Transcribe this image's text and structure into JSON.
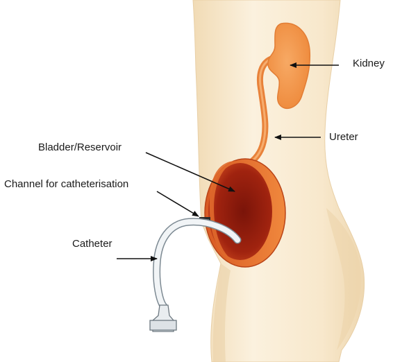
{
  "labels": {
    "kidney": "Kidney",
    "ureter": "Ureter",
    "bladder": "Bladder/Reservoir",
    "channel": "Channel for catheterisation",
    "catheter": "Catheter"
  },
  "colors": {
    "skin_light": "#fbf0dc",
    "skin_mid": "#f3dfbd",
    "skin_shadow": "#e7cda4",
    "organ_orange": "#f49a4e",
    "organ_dark": "#c8451d",
    "reservoir_inner": "#8e1d10",
    "catheter": "#eef2f4",
    "catheter_edge": "#7d8a93",
    "arrow": "#111111"
  }
}
